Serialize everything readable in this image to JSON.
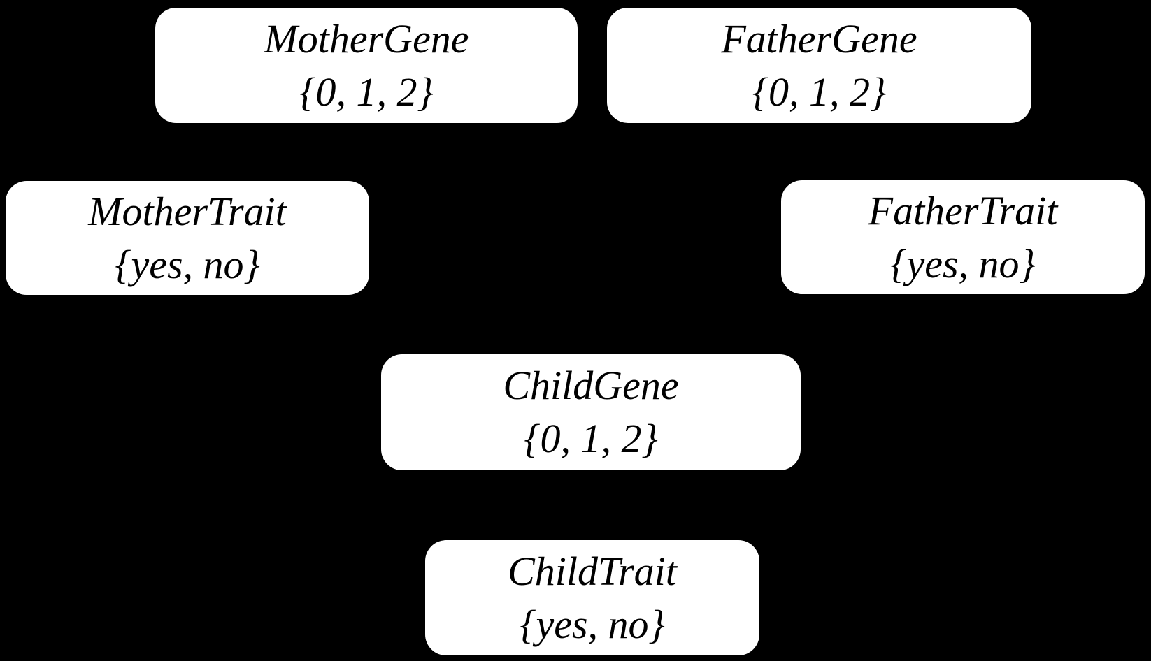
{
  "diagram": {
    "type": "bayesian-network",
    "background_color": "#000000",
    "node_fill_color": "#ffffff",
    "node_text_color": "#000000",
    "nodes": {
      "mother_gene": {
        "title": "MotherGene",
        "values": "{0, 1, 2}"
      },
      "father_gene": {
        "title": "FatherGene",
        "values": "{0, 1, 2}"
      },
      "mother_trait": {
        "title": "MotherTrait",
        "values": "{yes, no}"
      },
      "father_trait": {
        "title": "FatherTrait",
        "values": "{yes, no}"
      },
      "child_gene": {
        "title": "ChildGene",
        "values": "{0, 1, 2}"
      },
      "child_trait": {
        "title": "ChildTrait",
        "values": "{yes, no}"
      }
    }
  }
}
